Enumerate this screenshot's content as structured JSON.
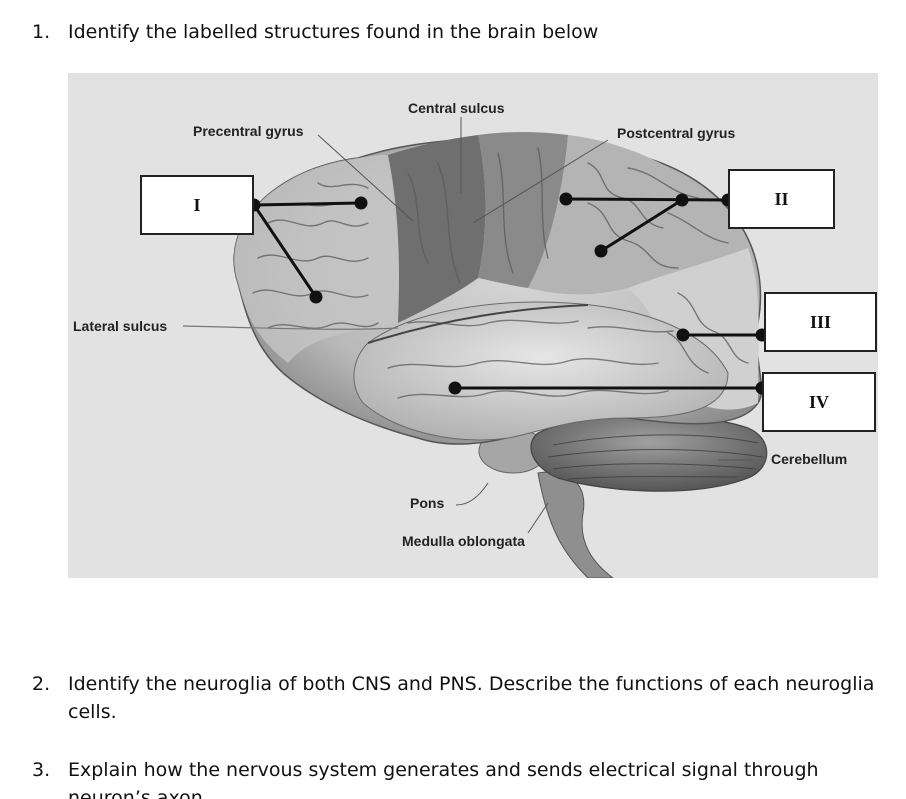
{
  "questions": [
    {
      "number": "1.",
      "text": "Identify the labelled structures found in the brain below"
    },
    {
      "number": "2.",
      "text": "Identify the neuroglia of both CNS and PNS. Describe the functions of each neuroglia cells."
    },
    {
      "number": "3.",
      "text": "Explain how the nervous system generates and sends electrical signal through neuron’s axon"
    }
  ],
  "figure": {
    "labels": {
      "precentral_gyrus": "Precentral gyrus",
      "central_sulcus": "Central sulcus",
      "postcentral_gyrus": "Postcentral gyrus",
      "lateral_sulcus": "Lateral sulcus",
      "cerebellum": "Cerebellum",
      "pons": "Pons",
      "medulla_oblongata": "Medulla oblongata"
    },
    "boxes": [
      "I",
      "II",
      "III",
      "IV"
    ]
  }
}
